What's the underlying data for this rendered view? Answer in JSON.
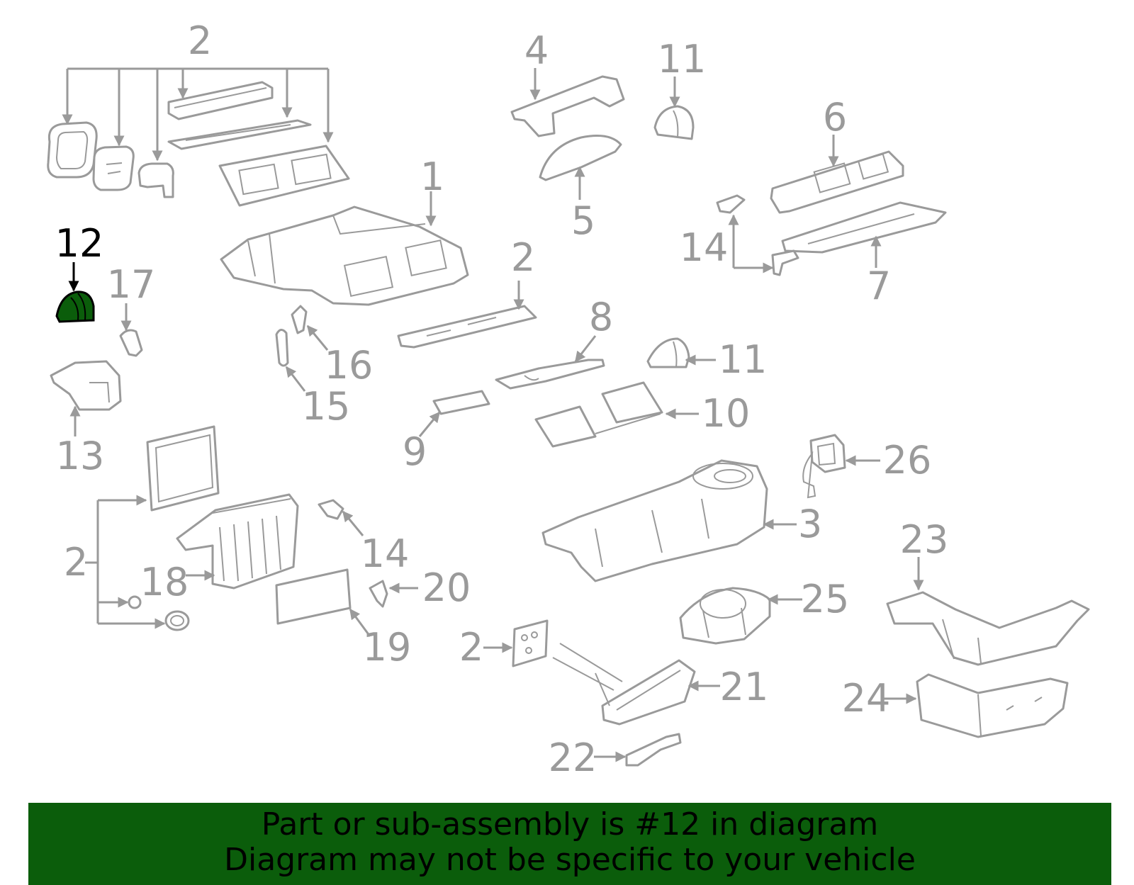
{
  "labels": {
    "l1": "1",
    "l2a": "2",
    "l2b": "2",
    "l2c": "2",
    "l2d": "2",
    "l3": "3",
    "l4": "4",
    "l5": "5",
    "l6": "6",
    "l7": "7",
    "l8": "8",
    "l9": "9",
    "l10": "10",
    "l11a": "11",
    "l11b": "11",
    "l12": "12",
    "l13": "13",
    "l14a": "14",
    "l14b": "14",
    "l15": "15",
    "l16": "16",
    "l17": "17",
    "l18": "18",
    "l19": "19",
    "l20": "20",
    "l21": "21",
    "l22": "22",
    "l23": "23",
    "l24": "24",
    "l25": "25",
    "l26": "26"
  },
  "banner": {
    "line1": "Part or sub-assembly is #12 in diagram",
    "line2": "Diagram may not be specific to your vehicle"
  },
  "colors": {
    "banner_bg": "#0b5d0b",
    "highlight_part": "#0b5d0b",
    "line_gray": "#9a9a9a"
  }
}
